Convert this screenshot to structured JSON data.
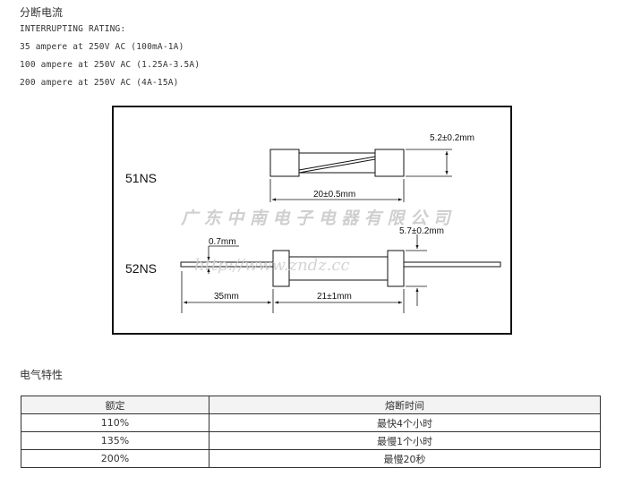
{
  "section_title": "分断电流",
  "rating_header": "INTERRUPTING RATING:",
  "ratings": [
    "35 ampere at 250V AC (100mA-1A)",
    "100 ampere at 250V AC (1.25A-3.5A)",
    "200 ampere at 250V AC (4A-15A)"
  ],
  "diagram": {
    "model_51": "51NS",
    "model_52": "52NS",
    "dim_51_diameter": "5.2±0.2mm",
    "dim_51_length": "20±0.5mm",
    "dim_52_diameter": "5.7±0.2mm",
    "dim_52_lead": "0.7mm",
    "dim_52_lead_length": "35mm",
    "dim_52_length": "21±1mm",
    "watermark_company": "广 东 中 南 电 子 电 器 有 限 公 司",
    "watermark_url": "http://www.zndz.cc"
  },
  "electrical_title": "电气特性",
  "table": {
    "headers": [
      "额定",
      "熔断时间"
    ],
    "rows": [
      [
        "110%",
        "最快4个小时"
      ],
      [
        "135%",
        "最慢1个小时"
      ],
      [
        "200%",
        "最慢20秒"
      ]
    ]
  }
}
